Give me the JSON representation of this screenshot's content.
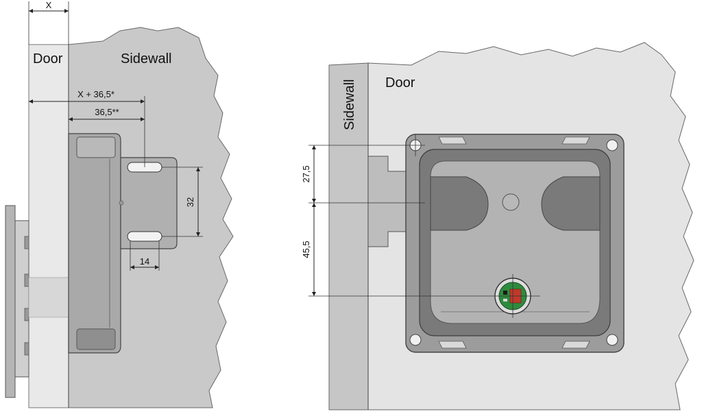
{
  "left_view": {
    "label_door": "Door",
    "label_sidewall": "Sidewall",
    "dim_x": "X",
    "dim_x_plus": "X + 36,5*",
    "dim_offset": "36,5**",
    "dim_slot_pitch": "32",
    "dim_slot_width": "14"
  },
  "right_view": {
    "label_door": "Door",
    "label_sidewall": "Sidewall",
    "dim_upper": "27,5",
    "dim_lower": "45,5"
  },
  "colors": {
    "wall_grey": "#c8c8c8",
    "door_light": "#e6e6e6",
    "housing_dark": "#8a8a8a",
    "housing_mid": "#a6a6a6",
    "pcb_green": "#2e8b3e"
  }
}
